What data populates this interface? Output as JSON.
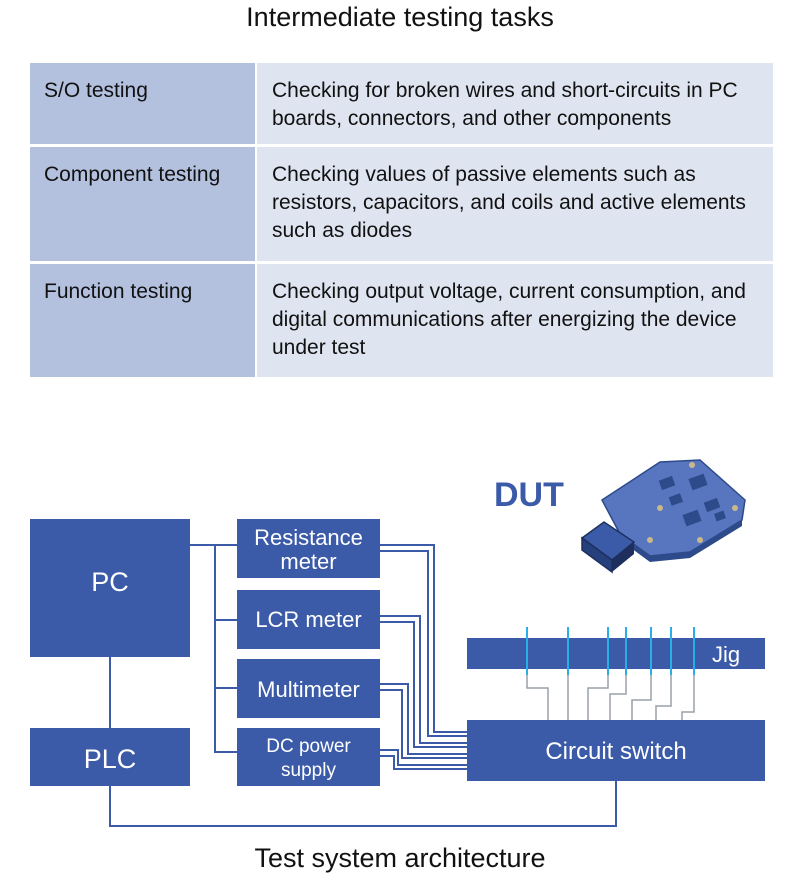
{
  "table": {
    "title": "Intermediate testing tasks",
    "rows": [
      {
        "name": "S/O testing",
        "description": "Checking for broken wires and short-circuits in PC boards, connectors, and other components"
      },
      {
        "name": "Component testing",
        "description": "Checking values of passive elements such as resistors, capacitors, and coils and active elements such as diodes"
      },
      {
        "name": "Function testing",
        "description": "Checking output voltage, current consumption, and digital communications after energizing the device under test"
      }
    ]
  },
  "diagram": {
    "title": "Test system architecture",
    "dut_label": "DUT",
    "pc_label": "PC",
    "plc_label": "PLC",
    "instruments": {
      "resistance_line1": "Resistance",
      "resistance_line2": "meter",
      "lcr": "LCR meter",
      "multimeter": "Multimeter",
      "dc_line1": "DC power",
      "dc_line2": "supply"
    },
    "jig_label": "Jig",
    "circuit_switch_label": "Circuit switch",
    "colors": {
      "box": "#3b5ba9",
      "line": "#3b5ba9",
      "probe": "#29aee8",
      "table_name_bg": "#b3c0de",
      "table_desc_bg": "#dfe4f1"
    }
  }
}
